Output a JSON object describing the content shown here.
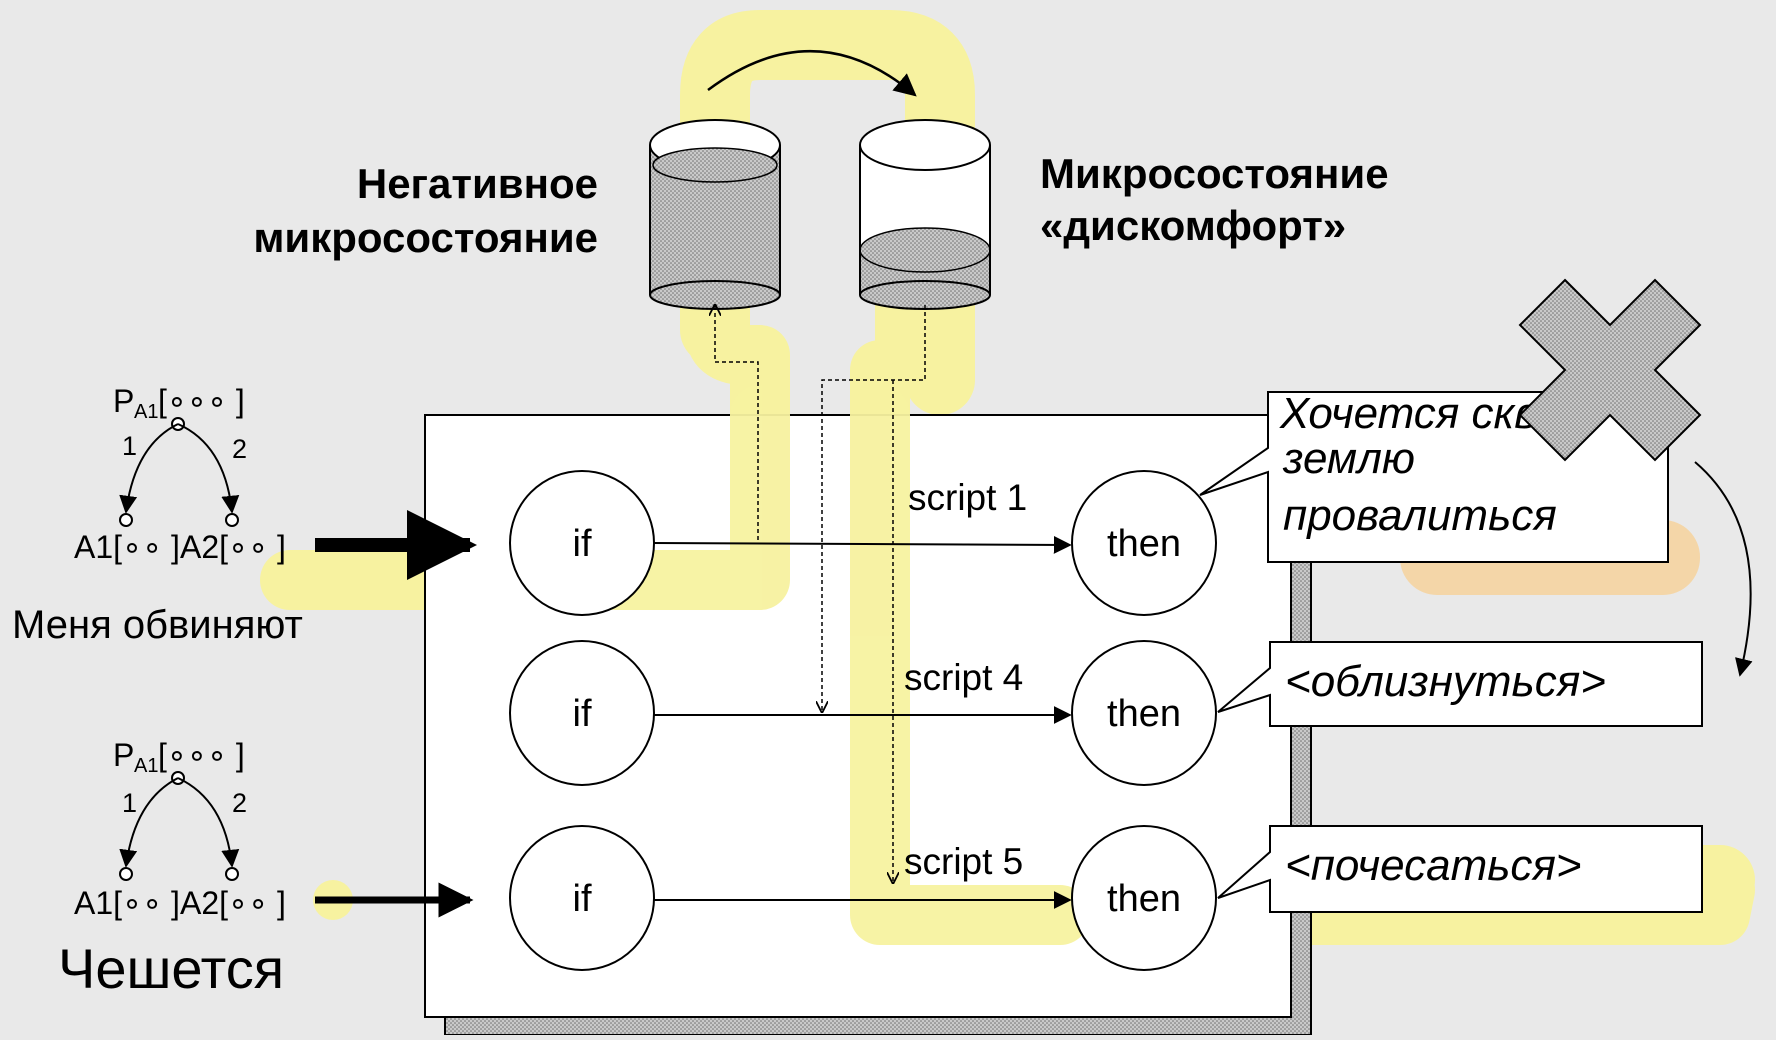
{
  "labels": {
    "negative_line1": "Негативное",
    "negative_line2": "микросостояние",
    "discomfort_line1": "Микросостояние",
    "discomfort_line2": "«дискомфорт»",
    "trigger_top": "Меня обвиняют",
    "trigger_bottom": "Чешется"
  },
  "tree": {
    "root_p": "P",
    "root_sub": "A1",
    "root_slots": "[∘∘∘  ]",
    "edge_left": "1",
    "edge_right": "2",
    "leaf_a1": "A1[∘∘ ]",
    "leaf_a2": "A2[∘∘ ]"
  },
  "nodes": {
    "if_label": "if",
    "then_label": "then"
  },
  "scripts": {
    "s1": "script 1",
    "s4": "script 4",
    "s5": "script 5"
  },
  "actions": {
    "a1_line1": "Хочется сквозь",
    "a1_line2": "землю",
    "a1_line3": "провалиться",
    "a2": "<облизнуться>",
    "a3": "<почесаться>"
  },
  "colors": {
    "highlight": "#f7f2a0",
    "orange_highlight": "#f4d6a8",
    "background": "#e9e9e9",
    "panel": "#ffffff",
    "hatch": "#b5b5b5"
  }
}
